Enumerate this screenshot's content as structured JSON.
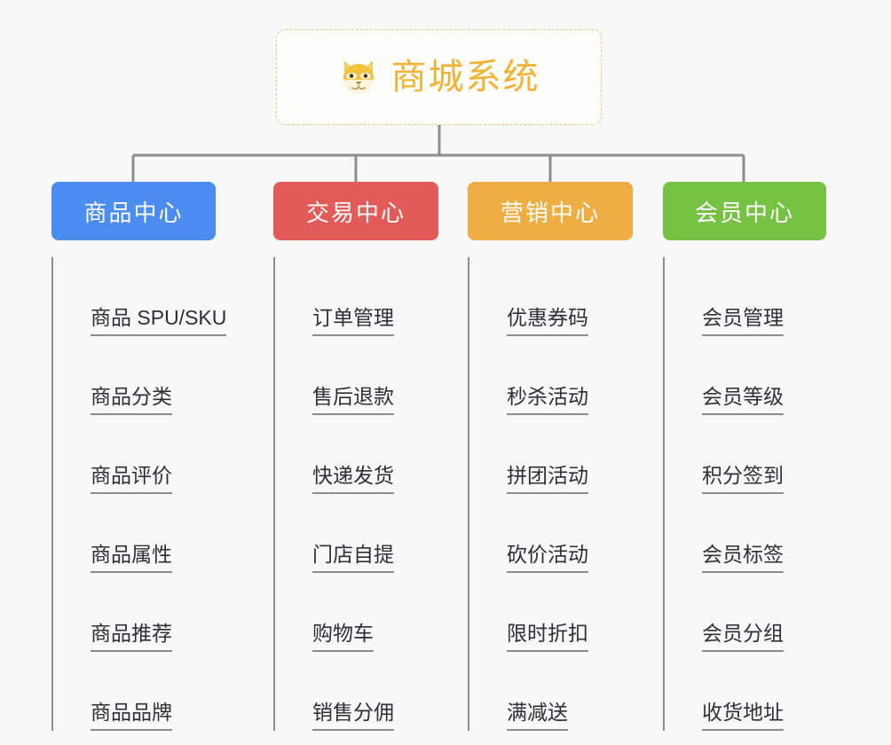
{
  "root": {
    "title": "商城系统",
    "icon": "shiba-dog-face-icon",
    "border_color": "#e9c77f",
    "text_color": "#f2b233",
    "background": "#fdfdfc"
  },
  "canvas": {
    "background": "#f8f8f8",
    "connector_color": "#8d8d8d"
  },
  "branches": [
    {
      "label": "商品中心",
      "color": "#4a8cf0",
      "items": [
        "商品 SPU/SKU",
        "商品分类",
        "商品评价",
        "商品属性",
        "商品推荐",
        "商品品牌"
      ]
    },
    {
      "label": "交易中心",
      "color": "#e35b59",
      "items": [
        "订单管理",
        "售后退款",
        "快递发货",
        "门店自提",
        "购物车",
        "销售分佣"
      ]
    },
    {
      "label": "营销中心",
      "color": "#eeae43",
      "items": [
        "优惠券码",
        "秒杀活动",
        "拼团活动",
        "砍价活动",
        "限时折扣",
        "满减送"
      ]
    },
    {
      "label": "会员中心",
      "color": "#76c344",
      "items": [
        "会员管理",
        "会员等级",
        "积分签到",
        "会员标签",
        "会员分组",
        "收货地址"
      ]
    }
  ]
}
